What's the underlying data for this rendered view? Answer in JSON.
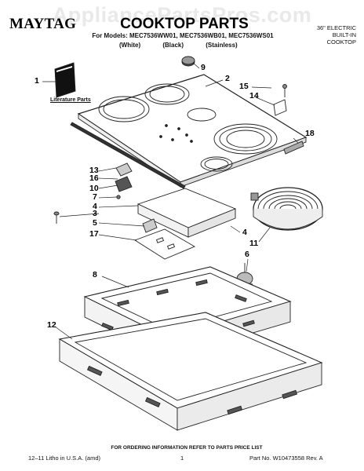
{
  "watermark": "AppliancePartsPros.com",
  "brand": "MAYTAG",
  "title": "COOKTOP PARTS",
  "models_line": "For Models: MEC7536WW01, MEC7536WB01, MEC7536WS01",
  "variants": [
    "(White)",
    "(Black)",
    "(Stainless)"
  ],
  "product_type": [
    "36\" ELECTRIC",
    "BUILT-IN",
    "COOKTOP"
  ],
  "literature_label": "Literature Parts",
  "callouts": {
    "c1": "1",
    "c2": "2",
    "c3": "3",
    "c4a": "4",
    "c4b": "4",
    "c5": "5",
    "c6": "6",
    "c7": "7",
    "c8": "8",
    "c9": "9",
    "c10": "10",
    "c11": "11",
    "c12": "12",
    "c13": "13",
    "c14": "14",
    "c15": "15",
    "c16": "16",
    "c17": "17",
    "c18": "18"
  },
  "ordering_note": "FOR ORDERING INFORMATION REFER TO PARTS PRICE LIST",
  "footer": {
    "left": "12–11 Litho in U.S.A. (amd)",
    "page": "1",
    "right": "Part No. W10473558 Rev. A"
  }
}
